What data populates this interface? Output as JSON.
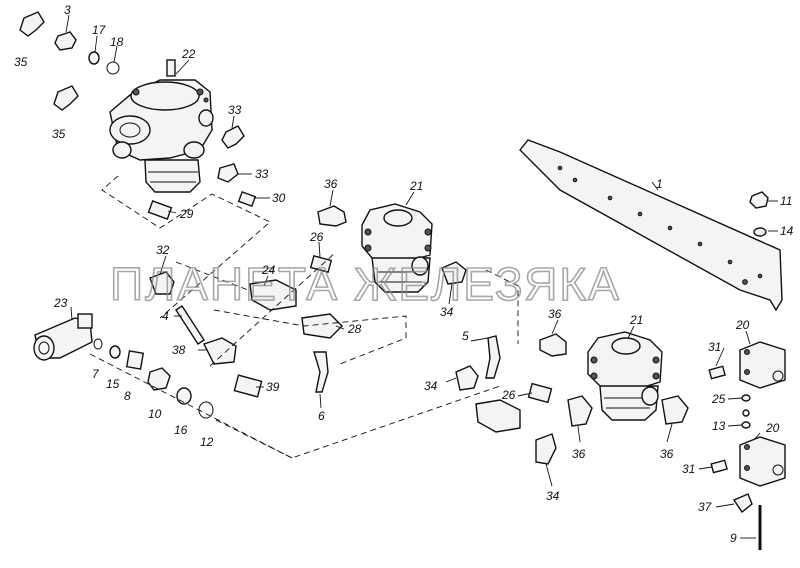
{
  "watermark": "ПЛАНЕТА ЖЕЛЕЗЯКА",
  "labels": {
    "l1": "1",
    "l3": "3",
    "l4": "4",
    "l5": "5",
    "l6": "6",
    "l7": "7",
    "l8": "8",
    "l9": "9",
    "l10": "10",
    "l11": "11",
    "l12": "12",
    "l13": "13",
    "l14": "14",
    "l15": "15",
    "l16": "16",
    "l17": "17",
    "l18": "18",
    "l20": "20",
    "l21": "21",
    "l22": "22",
    "l23": "23",
    "l24": "24",
    "l25": "25",
    "l26": "26",
    "l28": "28",
    "l29": "29",
    "l30": "30",
    "l31": "31",
    "l32": "32",
    "l33": "33",
    "l34": "34",
    "l35": "35",
    "l36": "36",
    "l37": "37",
    "l38": "38",
    "l39": "39"
  }
}
